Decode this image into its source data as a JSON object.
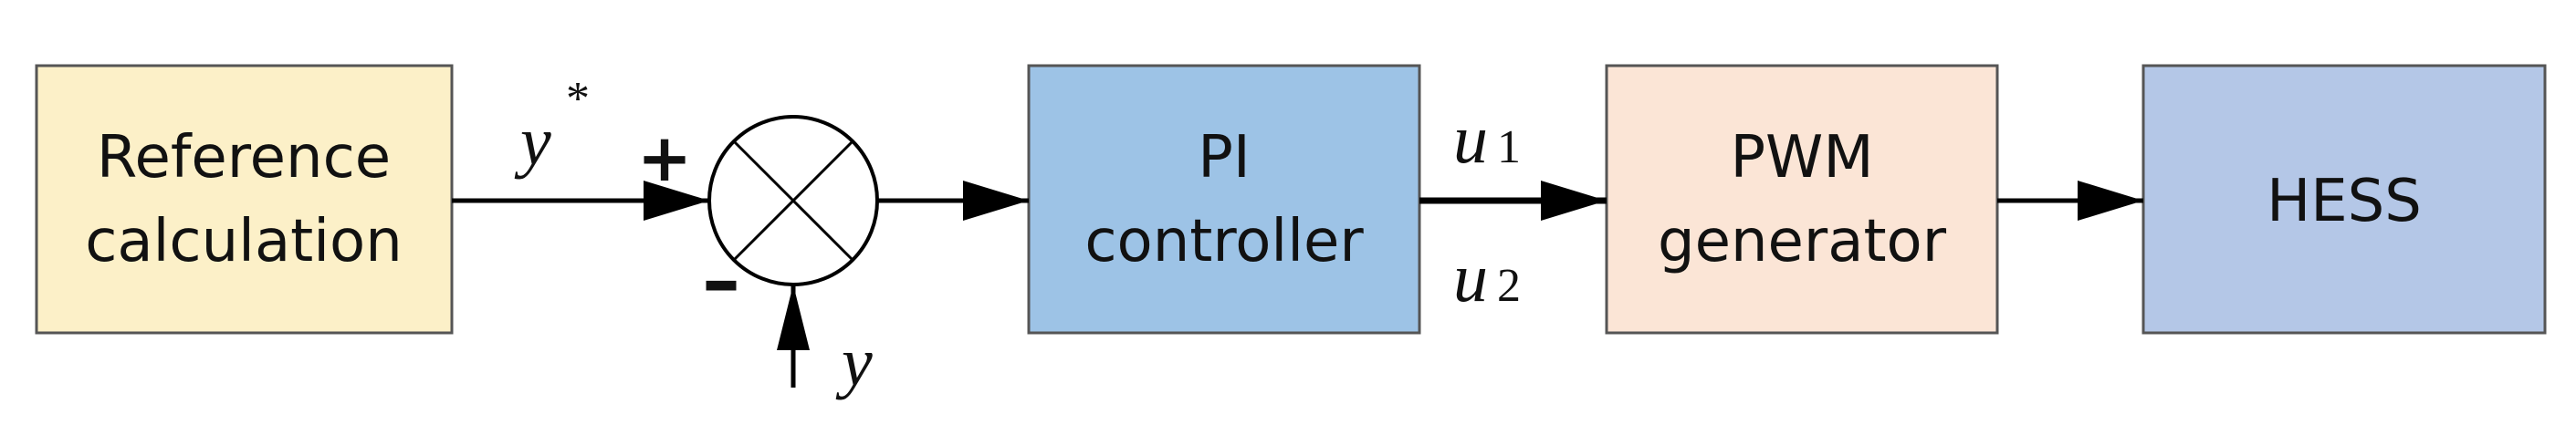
{
  "blocks": {
    "reference": {
      "line1": "Reference",
      "line2": "calculation",
      "fill": "#FCF0C8"
    },
    "pi": {
      "line1": "PI",
      "line2": "controller",
      "fill": "#9DC3E6"
    },
    "pwm": {
      "line1": "PWM",
      "line2": "generator",
      "fill": "#FBE5D6"
    },
    "hess": {
      "label": "HESS",
      "fill": "#B4C7E7"
    }
  },
  "signals": {
    "reference": "y",
    "reference_superscript": "*",
    "feedback": "y",
    "u1_base": "u",
    "u1_sub": "1",
    "u2_base": "u",
    "u2_sub": "2"
  },
  "summing_junction": {
    "plus": "+",
    "minus": "–"
  },
  "colors": {
    "stroke": "#000000",
    "box_border": "#555555"
  }
}
